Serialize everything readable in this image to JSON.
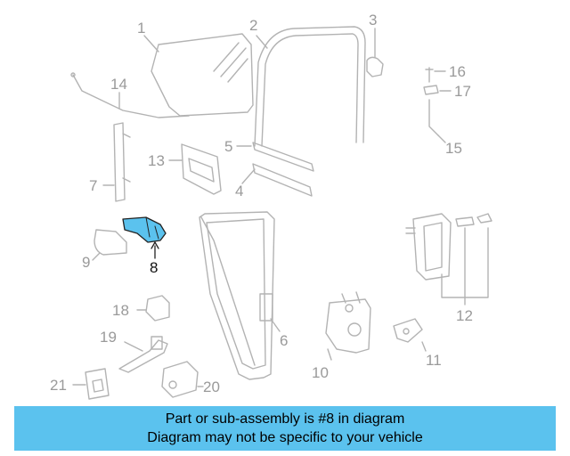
{
  "diagram": {
    "highlighted_part": "8",
    "callouts": [
      "1",
      "2",
      "3",
      "4",
      "5",
      "6",
      "7",
      "8",
      "9",
      "10",
      "11",
      "12",
      "13",
      "14",
      "15",
      "16",
      "17",
      "18",
      "19",
      "20",
      "21"
    ],
    "colors": {
      "line": "#b3b3b3",
      "highlight_fill": "#5bc2ee",
      "highlight_stroke": "#222222",
      "banner": "#5bc2ee"
    }
  },
  "banner": {
    "line1": "Part or sub-assembly is #8 in diagram",
    "line2": "Diagram may not be specific to your vehicle"
  }
}
